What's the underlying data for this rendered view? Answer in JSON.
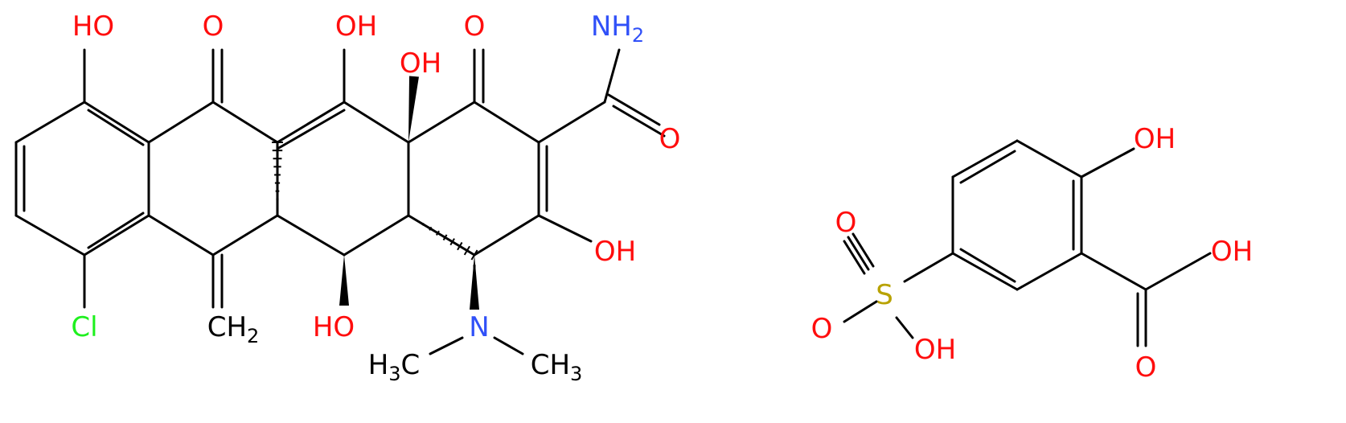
{
  "colors": {
    "bond": "#000000",
    "oxygen": "#ff0d0d",
    "nitrogen": "#3050f8",
    "chlorine": "#1ff01f",
    "sulfur": "#b8a200",
    "carbon": "#000000"
  },
  "molecules": [
    {
      "name": "tetracycline-derivative",
      "atom_labels": [
        {
          "key": "oh_top_left",
          "text": "HO",
          "element": "O"
        },
        {
          "key": "o_ketone_left",
          "text": "O",
          "element": "O"
        },
        {
          "key": "oh_top_mid",
          "text": "OH",
          "element": "O"
        },
        {
          "key": "o_ketone_right",
          "text": "O",
          "element": "O"
        },
        {
          "key": "nh2",
          "text": "NH",
          "sub": "2",
          "element": "N"
        },
        {
          "key": "oh_quaternary",
          "text": "OH",
          "element": "O"
        },
        {
          "key": "o_amide",
          "text": "O",
          "element": "O"
        },
        {
          "key": "oh_enol",
          "text": "OH",
          "element": "O"
        },
        {
          "key": "cl",
          "text": "Cl",
          "element": "Cl"
        },
        {
          "key": "ch2",
          "text": "CH",
          "sub": "2",
          "element": "C"
        },
        {
          "key": "oh_bottom",
          "text": "HO",
          "element": "O"
        },
        {
          "key": "n_dimethyl",
          "text": "N",
          "element": "N"
        },
        {
          "key": "ch3_left",
          "text": "H",
          "sub": "3",
          "tail": "C",
          "element": "C"
        },
        {
          "key": "ch3_right",
          "text": "CH",
          "sub": "3",
          "element": "C"
        }
      ]
    },
    {
      "name": "sulfosalicylic-acid",
      "atom_labels": [
        {
          "key": "ss_oh_top",
          "text": "OH",
          "element": "O"
        },
        {
          "key": "ss_o_top",
          "text": "O",
          "element": "O"
        },
        {
          "key": "ss_s",
          "text": "S",
          "element": "S"
        },
        {
          "key": "ss_o_left",
          "text": "O",
          "element": "O"
        },
        {
          "key": "ss_oh_bottom",
          "text": "OH",
          "element": "O"
        },
        {
          "key": "ss_cooh_oh",
          "text": "OH",
          "element": "O"
        },
        {
          "key": "ss_cooh_o",
          "text": "O",
          "element": "O"
        }
      ]
    }
  ]
}
